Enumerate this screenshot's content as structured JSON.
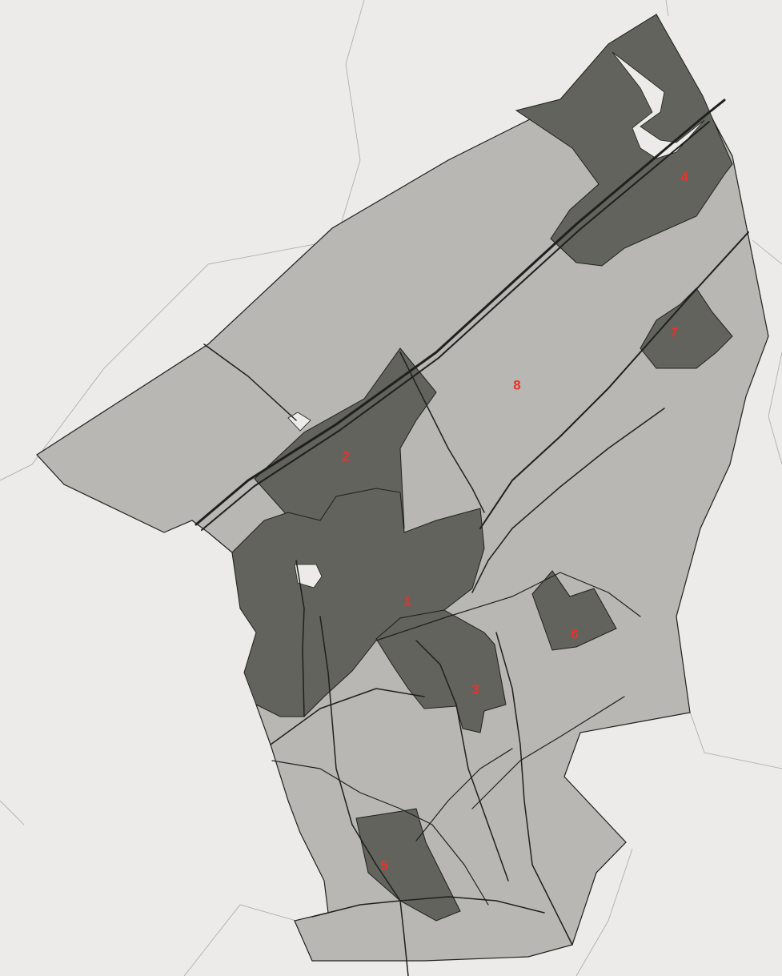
{
  "colors": {
    "background": "#ecebea",
    "light_zone": "#b8b7b3",
    "dark_zone": "#62635d",
    "road": "#1f201d",
    "outer_boundary": "#a9a8a4",
    "label": "#e8322b"
  },
  "zones": [
    {
      "id": "1",
      "label": "1",
      "shade": "dark"
    },
    {
      "id": "2",
      "label": "2",
      "shade": "dark"
    },
    {
      "id": "3",
      "label": "3",
      "shade": "dark"
    },
    {
      "id": "4",
      "label": "4",
      "shade": "dark"
    },
    {
      "id": "5",
      "label": "5",
      "shade": "dark"
    },
    {
      "id": "6",
      "label": "6",
      "shade": "dark"
    },
    {
      "id": "7",
      "label": "7",
      "shade": "dark"
    },
    {
      "id": "8",
      "label": "8",
      "shade": "light"
    }
  ]
}
